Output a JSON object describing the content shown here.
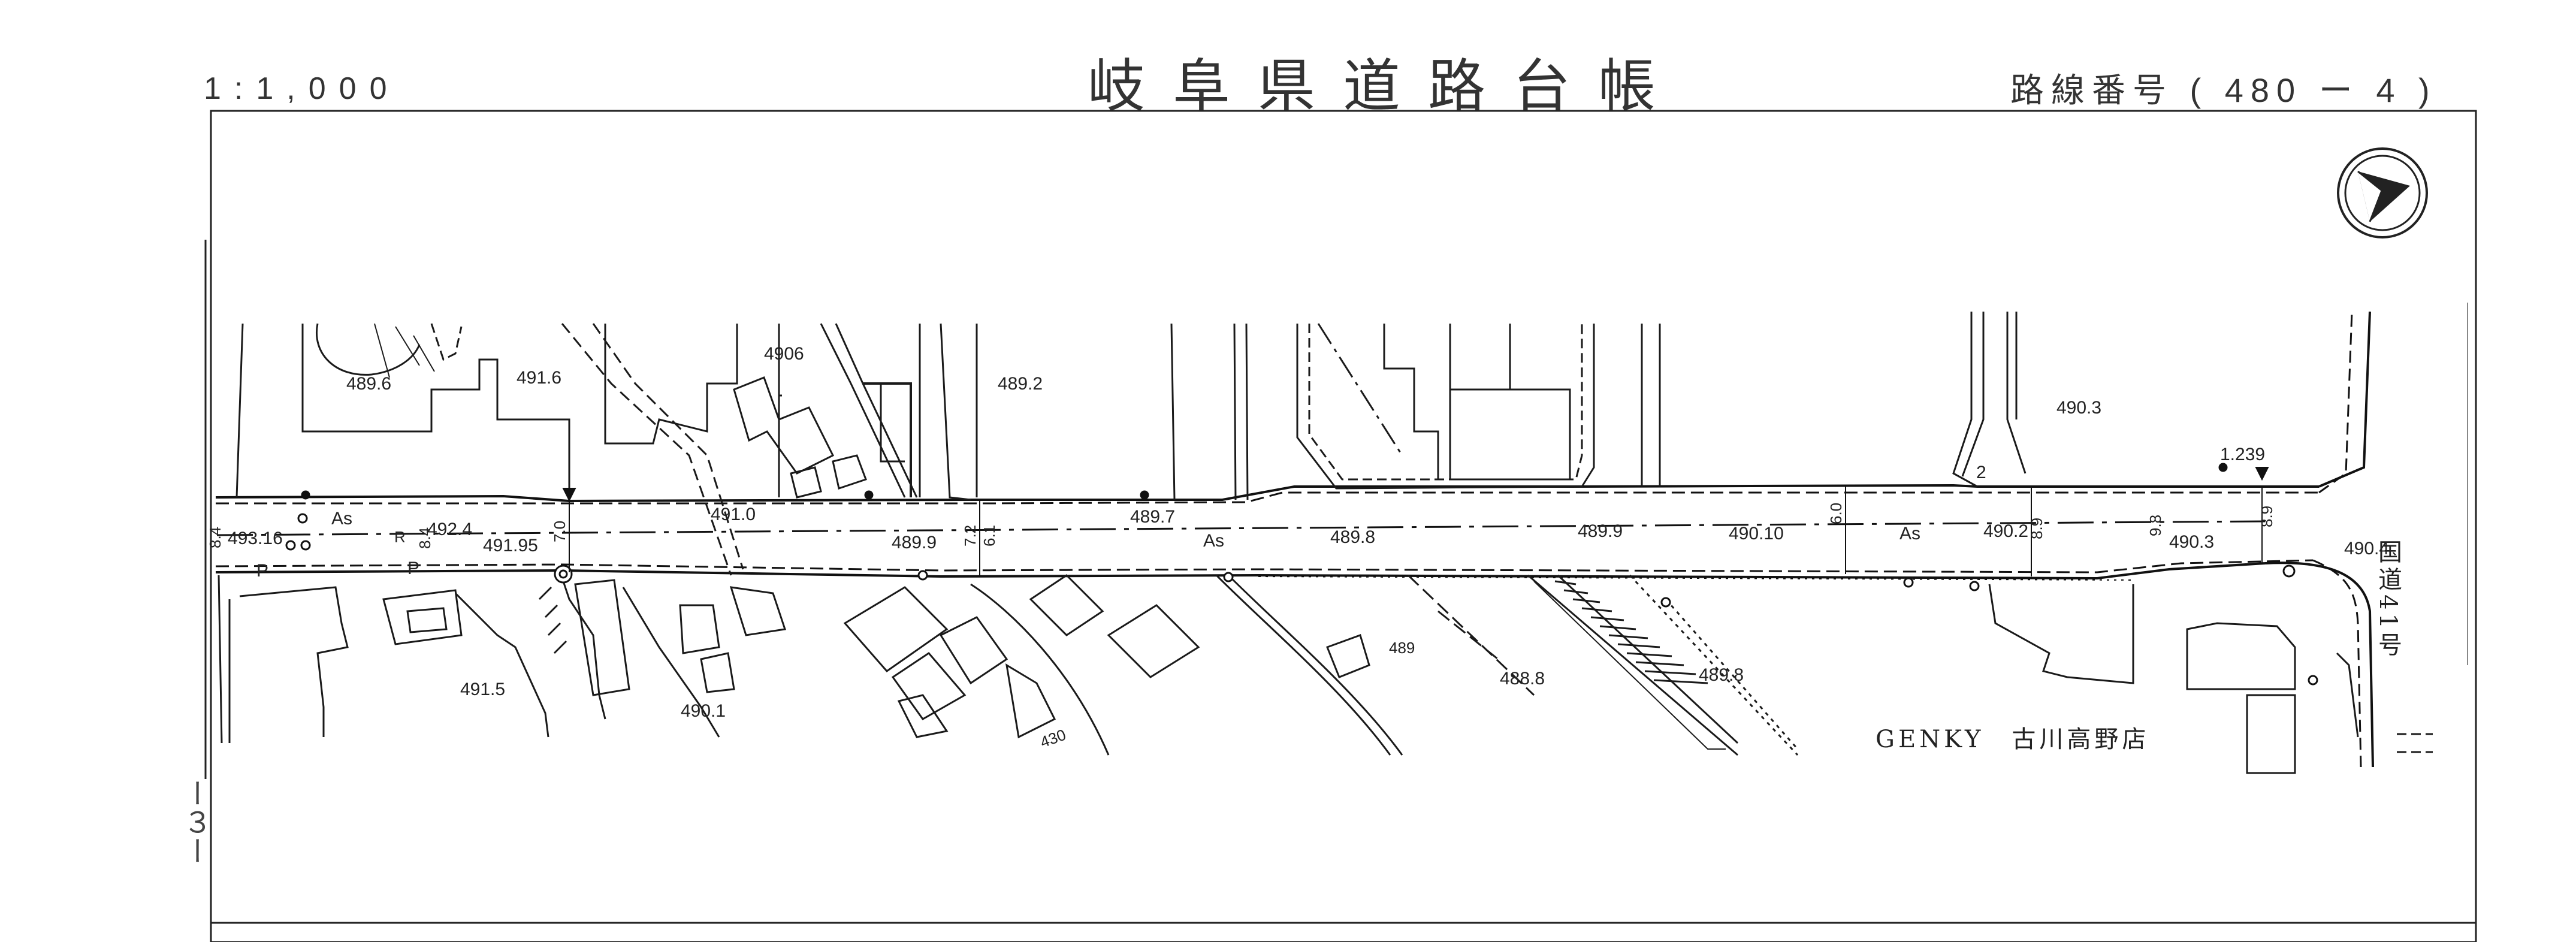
{
  "header": {
    "scale": "1:1,000",
    "title": "岐阜県道路台帳",
    "route_number": "路線番号 ( 480 ー 4 )"
  },
  "map": {
    "road_surface_label": "As",
    "sidewalk_label": "P",
    "national_road_label": "国道41号",
    "store_label": "GENKY　古川高野店",
    "elevations": [
      "489.6",
      "491.6",
      "4906",
      "489.2",
      "490.3",
      "1.239",
      "493.16",
      "492.4",
      "491.95",
      "491.0",
      "489.9",
      "489.7",
      "489.8",
      "489.9",
      "490.10",
      "490.2",
      "490.3",
      "490.4",
      "491.5",
      "490.1",
      "488.8",
      "489.8",
      "489"
    ],
    "widths": [
      "8.4",
      "8.4",
      "7.0",
      "7.2",
      "6.1",
      "6.0",
      "8.9",
      "9.8",
      "8.9"
    ],
    "misc": [
      "R",
      "2",
      "430"
    ],
    "left_margin_mark": "ー３ー"
  },
  "colors": {
    "line": "#1a1a1a",
    "paper": "#ffffff"
  }
}
